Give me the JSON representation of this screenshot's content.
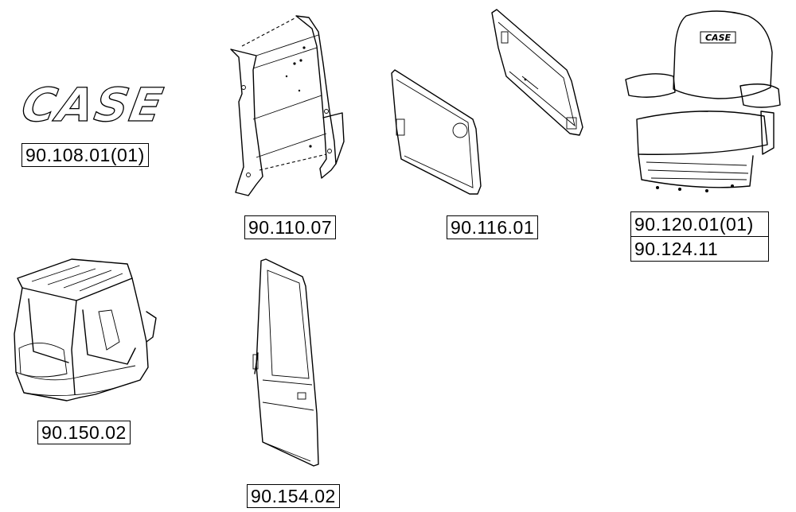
{
  "logo": {
    "text": "CASE"
  },
  "seat_badge": {
    "text": "CASE"
  },
  "references": {
    "logo": "90.108.01(01)",
    "side_panel": "90.110.07",
    "door_glass": "90.116.01",
    "seat": [
      "90.120.01(01)",
      "90.124.11"
    ],
    "cab": "90.150.02",
    "door": "90.154.02"
  }
}
